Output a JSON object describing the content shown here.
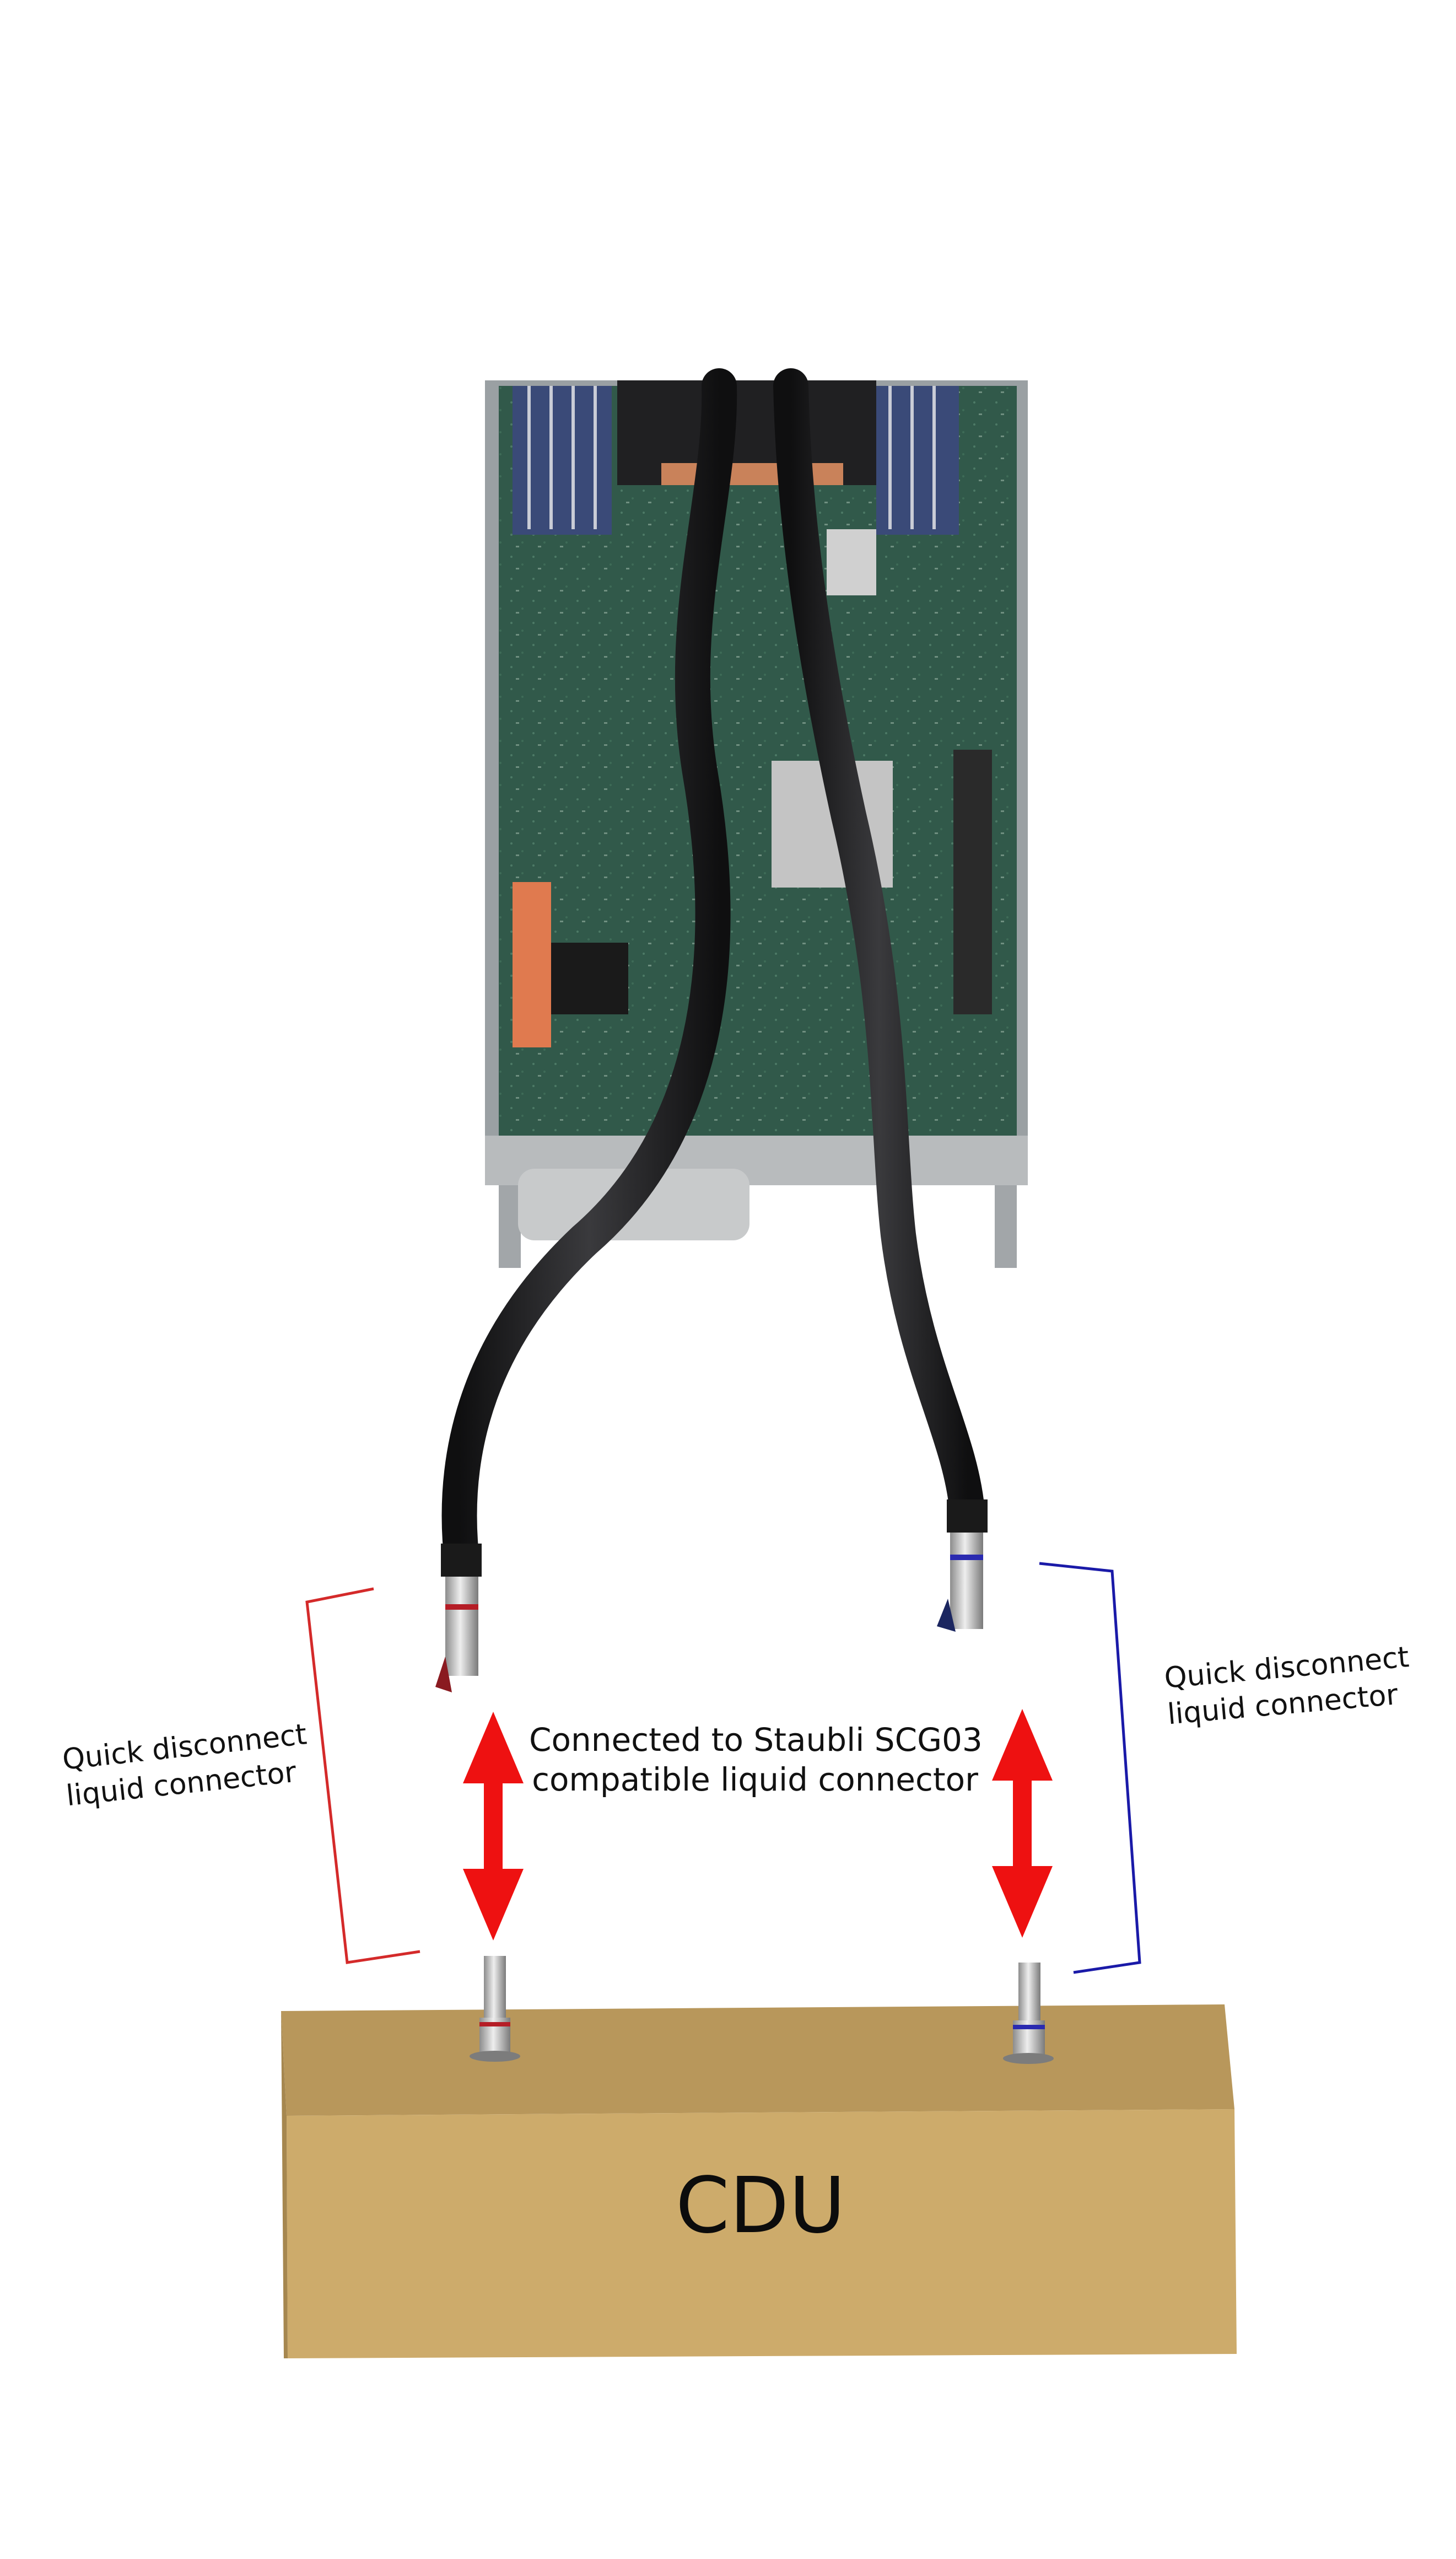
{
  "labels": {
    "left_connector": [
      "Quick disconnect",
      "liquid connector"
    ],
    "right_connector": [
      "Quick disconnect",
      "liquid connector"
    ],
    "center": [
      "Connected to Staubli SCG03",
      "compatible liquid connector"
    ],
    "cdu": "CDU"
  },
  "colors": {
    "supply_bracket": "#d42a2a",
    "return_bracket": "#1a1aa8",
    "arrow": "#ee1111",
    "cdu_front": "#cdab6b",
    "cdu_top": "#b8975b",
    "pcb": "#2f5a48",
    "hose": "#1c1c1e"
  },
  "icons": {
    "arrow": "double-headed-vertical-arrow",
    "connector": "quick-disconnect-coupling"
  }
}
